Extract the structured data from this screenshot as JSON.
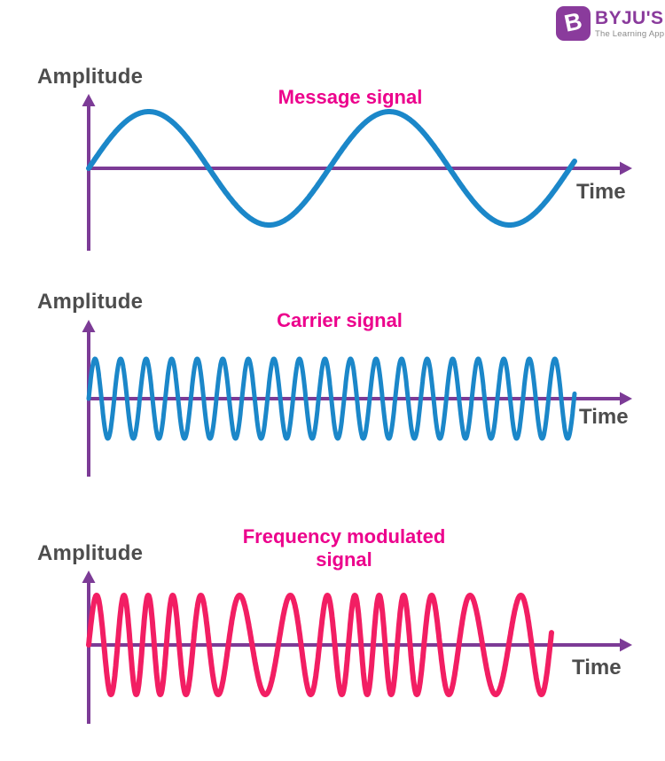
{
  "logo": {
    "brand": "BYJU'S",
    "tagline": "The Learning App",
    "icon": "B"
  },
  "colors": {
    "axis_purple": "#7C3B96",
    "signal_blue": "#1B87C9",
    "title_magenta": "#EC008C",
    "fm_pink": "#F21E63",
    "label_gray": "#4D4D4D",
    "logo_purple": "#8A3B9C"
  },
  "plots": [
    {
      "title": "Message signal",
      "ylabel": "Amplitude",
      "xlabel": "Time"
    },
    {
      "title": "Carrier signal",
      "ylabel": "Amplitude",
      "xlabel": "Time"
    },
    {
      "title": "Frequency modulated signal",
      "ylabel": "Amplitude",
      "xlabel": "Time"
    }
  ],
  "chart_data": [
    {
      "type": "line",
      "title": "Message signal",
      "xlabel": "Time",
      "ylabel": "Amplitude",
      "waveform": "sine",
      "cycles": 2.02,
      "amplitude": 1,
      "color": "#1B87C9",
      "axes": "unlabeled time/amplitude axes with arrowheads, origin at zero crossing"
    },
    {
      "type": "line",
      "title": "Carrier signal",
      "xlabel": "Time",
      "ylabel": "Amplitude",
      "waveform": "sine",
      "cycles": 19.02,
      "amplitude": 1,
      "color": "#1B87C9",
      "axes": "unlabeled time/amplitude axes with arrowheads, origin at zero crossing"
    },
    {
      "type": "line",
      "title": "Frequency modulated signal",
      "xlabel": "Time",
      "ylabel": "Amplitude",
      "waveform": "fm",
      "carrier_cycles": 14.04,
      "message_cycles": 2,
      "modulation_depth": 0.38,
      "amplitude": 1,
      "color": "#F21E63",
      "axes": "unlabeled time/amplitude axes with arrowheads, origin at zero crossing"
    }
  ]
}
